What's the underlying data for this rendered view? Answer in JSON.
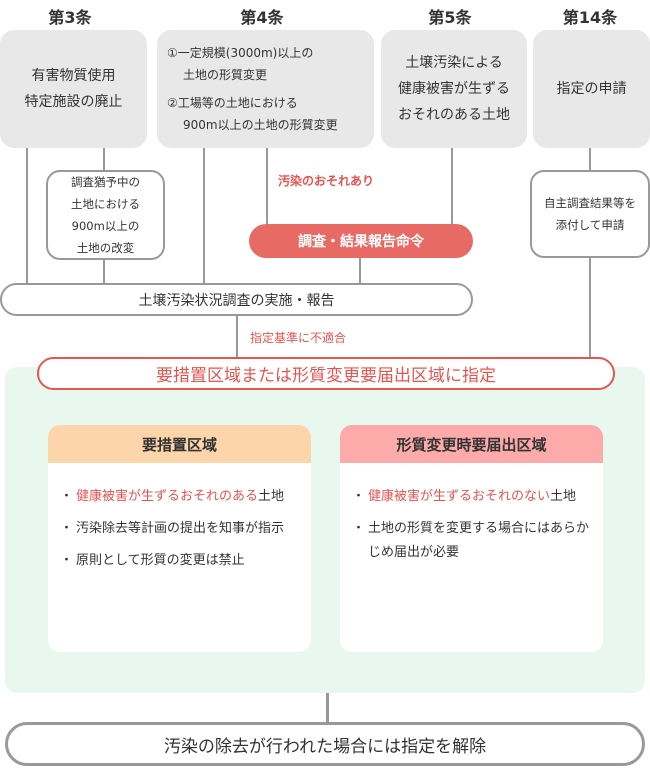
{
  "headers": [
    "第3条",
    "第4条",
    "第5条",
    "第14条"
  ],
  "boxes": {
    "art3": [
      "有害物質使用",
      "特定施設の廃止"
    ],
    "art4": [
      "①一定規模(3000m)以上の",
      "土地の形質変更",
      "②工場等の土地における",
      "900m以上の土地の形質変更"
    ],
    "art5": [
      "土壌汚染による",
      "健康被害が生ずる",
      "おそれのある土地"
    ],
    "art14": "指定の申請"
  },
  "sub": {
    "art3": [
      "調査猶予中の",
      "土地における",
      "900m以上の",
      "土地の改変"
    ],
    "art14": [
      "自主調査結果等を",
      "添付して申請"
    ]
  },
  "risk_label": "汚染のおそれあり",
  "order": "調査・結果報告命令",
  "survey": "土壌汚染状況調査の実施・報告",
  "nonconform": "指定基準に不適合",
  "designation": "要措置区域または形質変更要届出区域に指定",
  "cards": [
    {
      "title": "要措置区域",
      "items": [
        {
          "red": "健康被害が生ずるおそれのある",
          "rest": "土地"
        },
        {
          "red": "",
          "rest": "汚染除去等計画の提出を知事が指示"
        },
        {
          "red": "",
          "rest": "原則として形質の変更は禁止"
        }
      ]
    },
    {
      "title": "形質変更時要届出区域",
      "items": [
        {
          "red": "健康被害が生ずるおそれのない",
          "rest": "土地"
        },
        {
          "red": "",
          "rest": "土地の形質を変更する場合にはあらかじめ届出が必要"
        }
      ]
    }
  ],
  "release": "汚染の除去が行われた場合には指定を解除",
  "colors": {
    "red": "#e85450",
    "order": "#e86a64",
    "green": "#e8f8ee",
    "orange": "#fdd5aa",
    "pink": "#fdaaaa"
  }
}
